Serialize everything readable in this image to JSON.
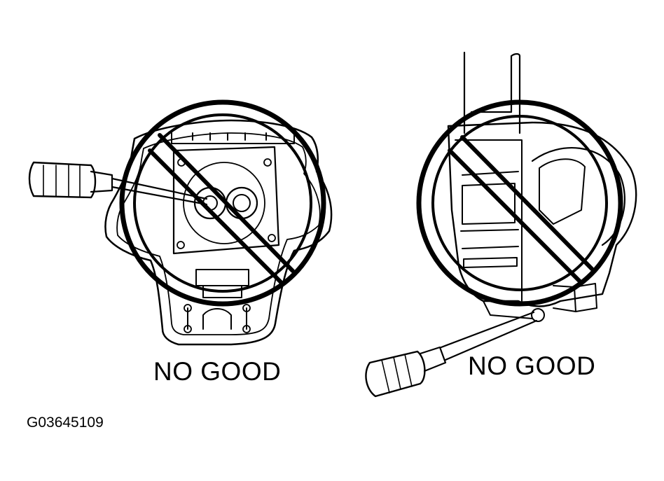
{
  "labels": {
    "left_verdict": "NO GOOD",
    "right_verdict": "NO GOOD",
    "figure_code": "G03645109"
  },
  "colors": {
    "ink": "#000000",
    "paper": "#ffffff"
  },
  "icons": {
    "prohibition": "no-symbol-icon",
    "tool": "screwdriver-icon"
  }
}
